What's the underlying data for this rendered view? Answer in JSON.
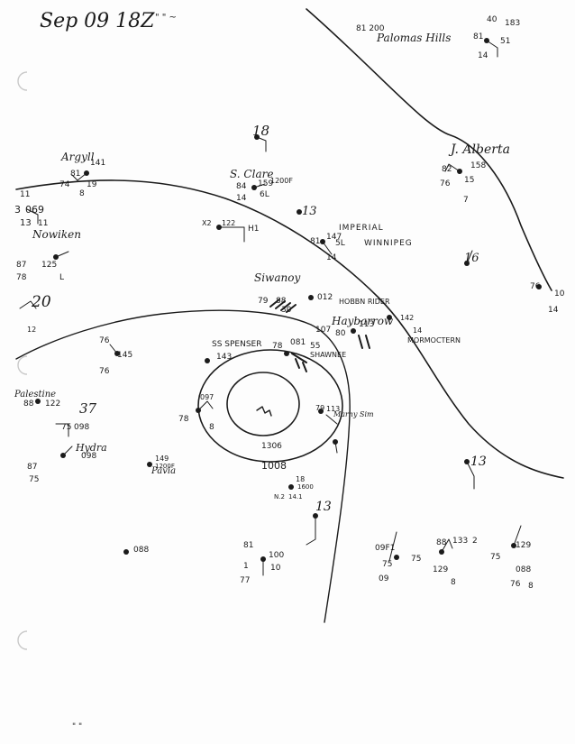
{
  "header": {
    "date_time": "Sep 09 18Z",
    "corner_marks": "\" \" ~"
  },
  "isobars": [
    {
      "label": "1008"
    },
    {
      "label": "1306"
    }
  ],
  "stations": [
    {
      "name": "Palomas Hills",
      "values": [
        "81 200"
      ]
    },
    {
      "name": "",
      "values": [
        "40",
        "183",
        "81",
        "51",
        "14"
      ]
    },
    {
      "name": "",
      "values": [
        "18"
      ]
    },
    {
      "name": "Argyll",
      "values": [
        "81",
        "141",
        "74",
        "19",
        "8"
      ]
    },
    {
      "name": "S. Clare",
      "values": [
        "1200F",
        "84",
        "159",
        "14",
        "6L"
      ]
    },
    {
      "name": "J. Alberta",
      "values": [
        "82",
        "158",
        "76",
        "15",
        "7"
      ]
    },
    {
      "name": "",
      "values": [
        "11",
        "3",
        "069",
        "13",
        "11"
      ]
    },
    {
      "name": "Nowiken",
      "values": [
        "87",
        "125",
        "78",
        "L"
      ]
    },
    {
      "name": "",
      "values": [
        "X2",
        "122",
        "H1"
      ]
    },
    {
      "name": "",
      "values": [
        "13"
      ]
    },
    {
      "name": "IMPERIAL",
      "values": [
        "81",
        "147",
        "14",
        "5L"
      ]
    },
    {
      "name": "WINNIPEG",
      "values": []
    },
    {
      "name": "",
      "values": [
        "16"
      ]
    },
    {
      "name": "",
      "values": [
        "76",
        "10",
        "14"
      ]
    },
    {
      "name": "",
      "values": [
        "20",
        "12"
      ]
    },
    {
      "name": "Siwanoy",
      "values": [
        "79",
        "88",
        "012",
        "30"
      ]
    },
    {
      "name": "HOBBN RIDER",
      "values": []
    },
    {
      "name": "Haybarrow",
      "values": [
        "80",
        "113",
        "107"
      ]
    },
    {
      "name": "MORMOCTERN",
      "values": [
        "142",
        "14"
      ]
    },
    {
      "name": "",
      "values": [
        "76",
        "145",
        "76"
      ]
    },
    {
      "name": "SS SPENSER",
      "values": [
        "143",
        "78",
        "081",
        "55"
      ]
    },
    {
      "name": "SHAWNEE",
      "values": []
    },
    {
      "name": "Palestine",
      "values": [
        "88",
        "122"
      ]
    },
    {
      "name": "",
      "values": [
        "37"
      ]
    },
    {
      "name": "",
      "values": [
        "75",
        "098"
      ]
    },
    {
      "name": "Hydra",
      "values": [
        "87",
        "098",
        "75"
      ]
    },
    {
      "name": "",
      "values": [
        "097",
        "78",
        "8"
      ]
    },
    {
      "name": "",
      "values": [
        "79",
        "113",
        "Marny Sim"
      ]
    },
    {
      "name": "Pavia",
      "values": [
        "149",
        "1200F"
      ]
    },
    {
      "name": "",
      "values": [
        "18",
        "1600",
        "N.2",
        "14.1"
      ]
    },
    {
      "name": "",
      "values": [
        "13"
      ]
    },
    {
      "name": "",
      "values": [
        "13"
      ]
    },
    {
      "name": "",
      "values": [
        "088"
      ]
    },
    {
      "name": "",
      "values": [
        "81",
        "100",
        "1",
        "77",
        "10"
      ]
    },
    {
      "name": "",
      "values": [
        "09F1",
        "75",
        "09"
      ]
    },
    {
      "name": "",
      "values": [
        "88",
        "133",
        "2",
        "75",
        "129",
        "8"
      ]
    },
    {
      "name": "",
      "values": [
        "129",
        "75",
        "088",
        "76",
        "8"
      ]
    }
  ],
  "footer": {
    "marks": "\" \""
  },
  "colors": {
    "paper": "#fdfdfd",
    "ink": "#1b1b1b",
    "hole": "#c9c9c9"
  }
}
